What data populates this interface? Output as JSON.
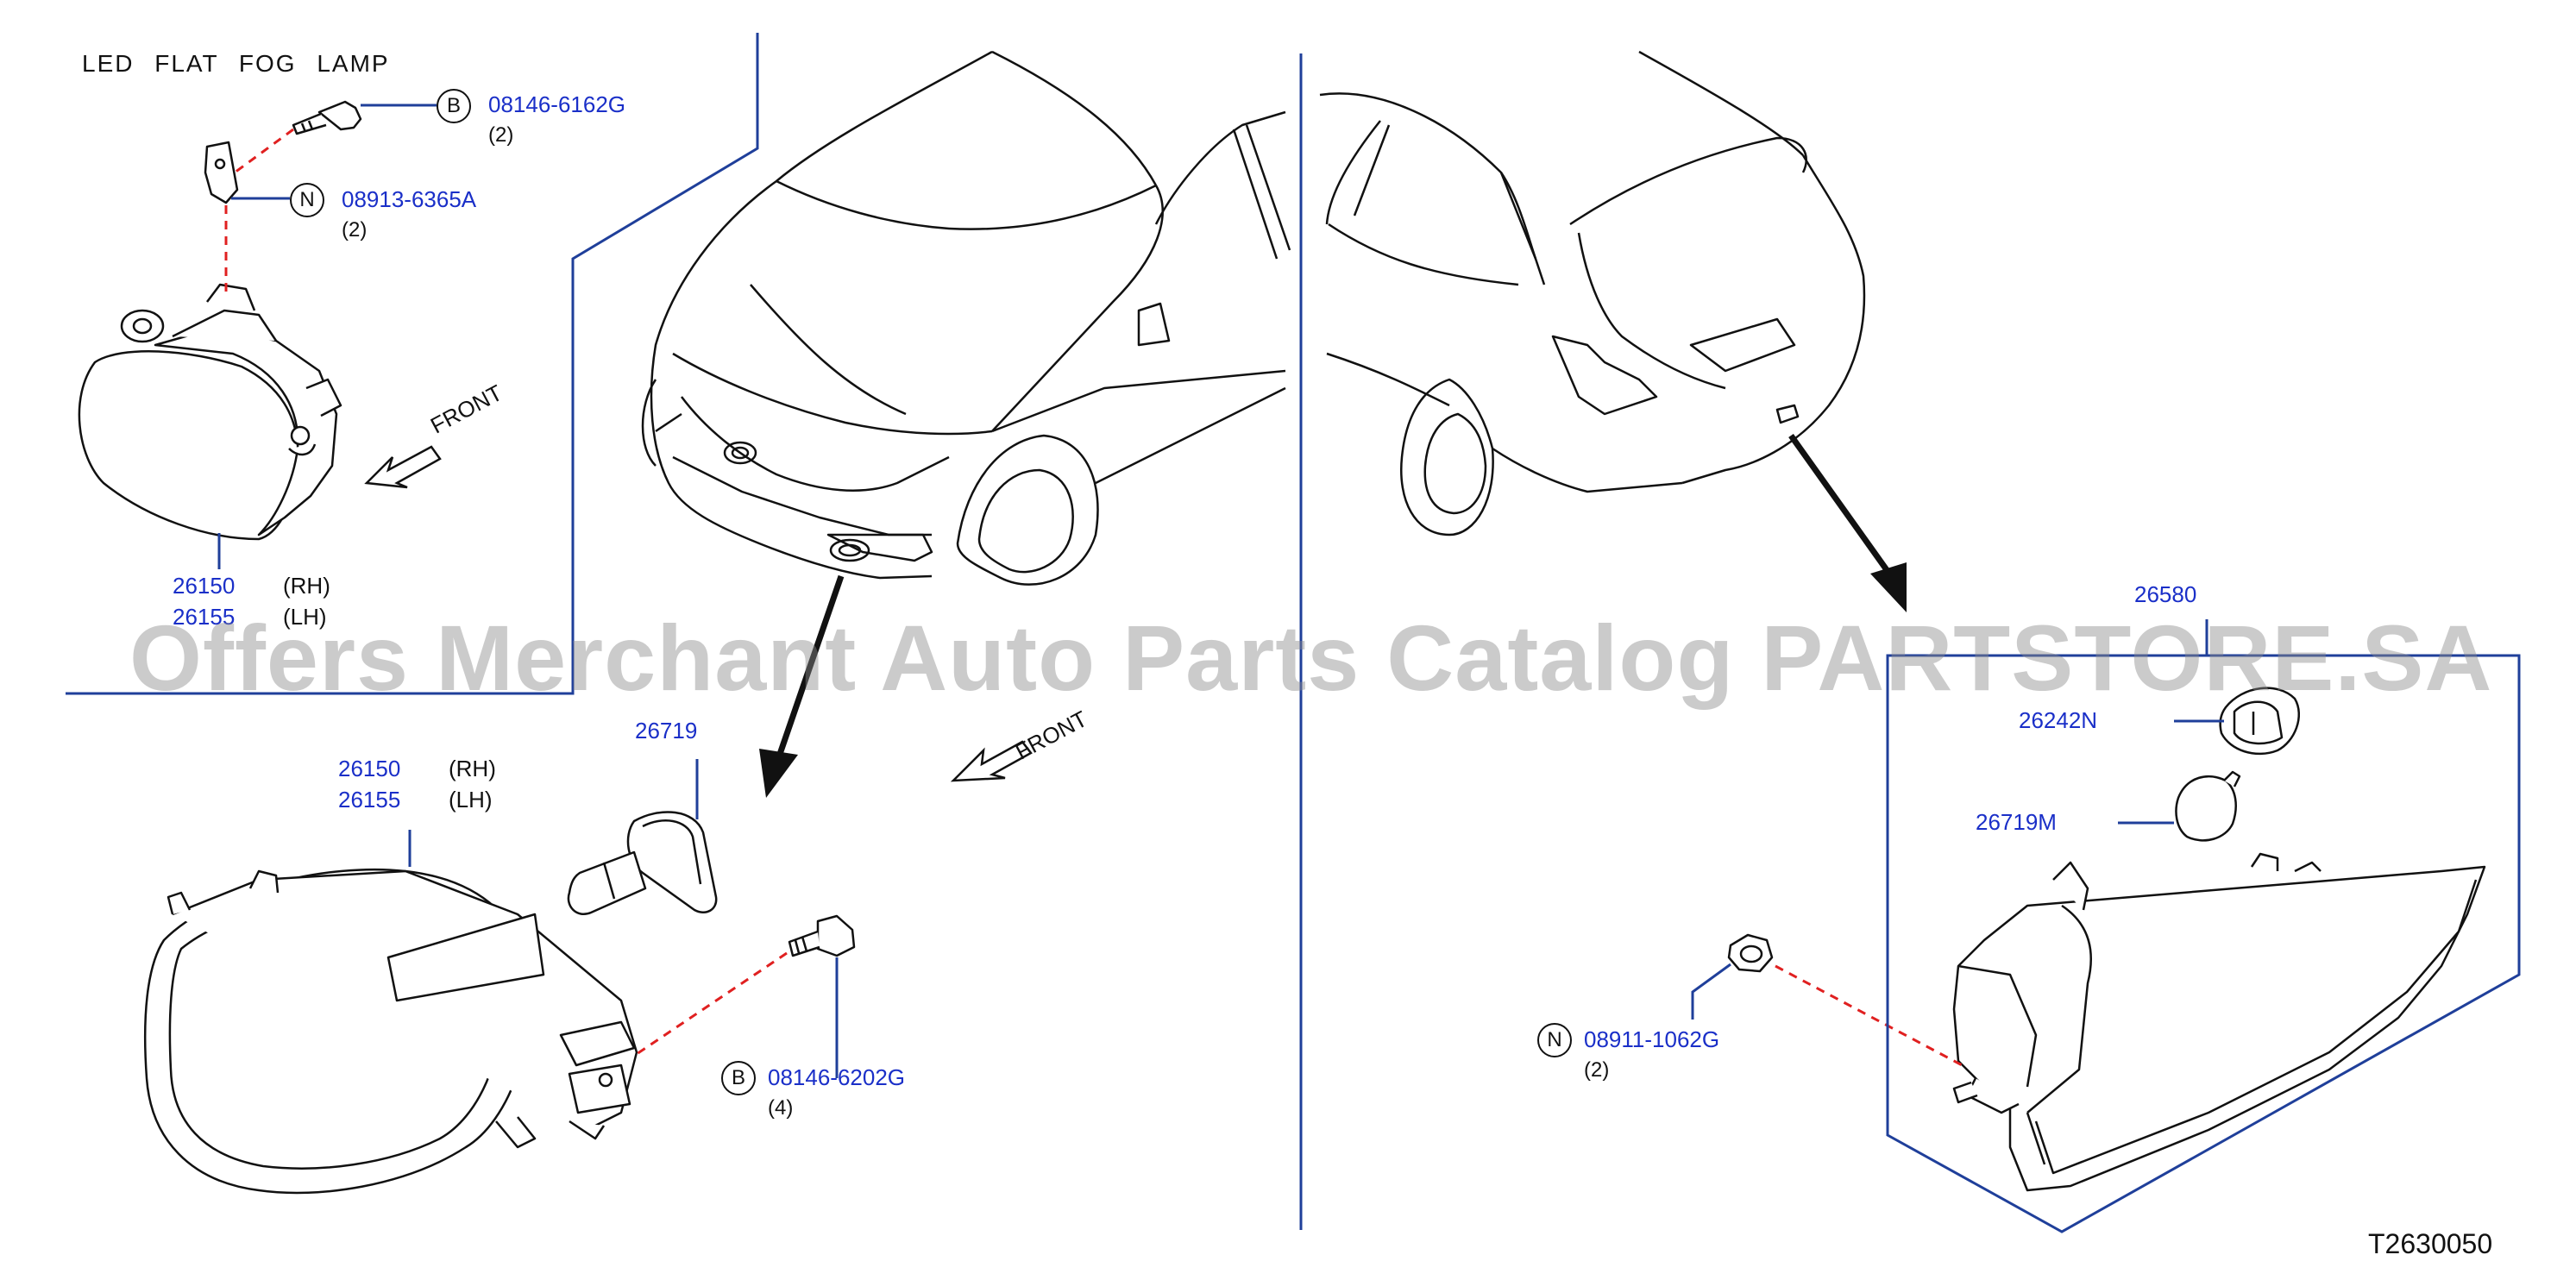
{
  "title": "LED FLAT FOG LAMP",
  "diagram_code": "T2630050",
  "watermark": "Offers Merchant Auto Parts Catalog PARTSTORE.SA",
  "front_label": "FRONT",
  "labels": {
    "led_part_rh": "26150",
    "led_part_lh": "26155",
    "rh": "(RH)",
    "lh": "(LH)",
    "led_bolt": "08146-6162G",
    "led_bolt_qty": "(2)",
    "led_nut": "08913-6365A",
    "led_nut_qty": "(2)",
    "front_part_rh": "26150",
    "front_part_lh": "26155",
    "front_bulb": "26719",
    "front_bolt": "08146-6202G",
    "front_bolt_qty": "(4)",
    "rear_assy": "26580",
    "rear_socket": "26242N",
    "rear_bulb": "26719M",
    "rear_nut": "08911-1062G",
    "rear_nut_qty": "(2)"
  },
  "badges": {
    "bolt": "B",
    "nut": "N"
  },
  "colors": {
    "callout": "#1a2fc8",
    "frame_line": "#1f3f9a",
    "dashed": "#e02020",
    "ink": "#111111"
  }
}
